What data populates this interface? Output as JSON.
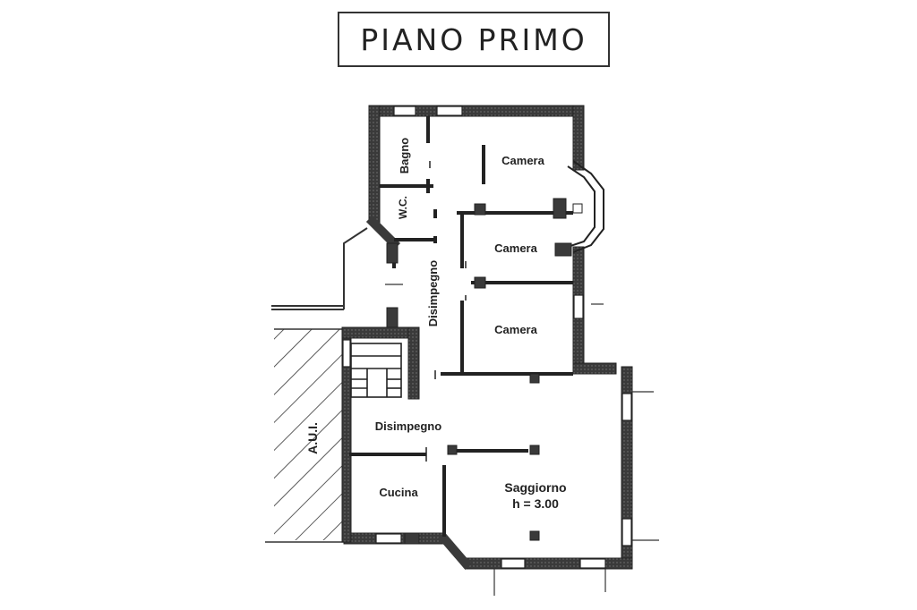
{
  "title": "PIANO PRIMO",
  "rooms": {
    "bagno": "Bagno",
    "wc": "W.C.",
    "camera_1": "Camera",
    "camera_2": "Camera",
    "camera_3": "Camera",
    "disimpegno_upper": "Disimpegno",
    "disimpegno_lower": "Disimpegno",
    "cucina": "Cucina",
    "saggiorno": "Saggiorno",
    "saggiorno_height": "h = 3.00"
  },
  "hatched_area_label": "A.U.I.",
  "colors": {
    "wall": "#3a3a3a",
    "ink": "#222222",
    "paper": "#ffffff"
  }
}
